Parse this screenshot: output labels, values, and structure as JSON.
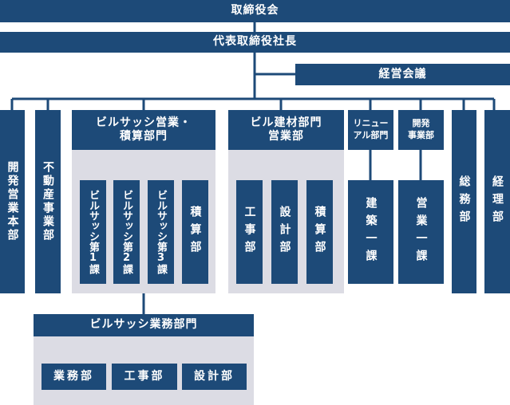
{
  "board": "取締役会",
  "president": "代表取締役社長",
  "committee": "経営会議",
  "departments": {
    "kaihatsu_honbu": "開発営業本部",
    "fudosan": "不動産事業部",
    "sash_sales": "ビルサッシ営業・\n積算部門",
    "sash_sales_sections": [
      "ビルサッシ第1課",
      "ビルサッシ第2課",
      "ビルサッシ第3課",
      "積算部"
    ],
    "building_materials": "ビル建材部門\n営業部",
    "building_materials_sections": [
      "工事部",
      "設計部",
      "積算部"
    ],
    "renewal": "リニュー\nアル部門",
    "renewal_section": "建築一課",
    "kaihatsu_jigyo": "開発\n事業部",
    "kaihatsu_jigyo_section": "営業一課",
    "somu": "総務部",
    "keiri": "経理部",
    "sash_business": "ビルサッシ業務部門",
    "sash_business_sections": [
      "業務部",
      "工事部",
      "設計部"
    ]
  },
  "colors": {
    "box": "#1d4a78",
    "line": "#1d4a78",
    "panel": "#dcdce4",
    "text": "#ffffff"
  }
}
